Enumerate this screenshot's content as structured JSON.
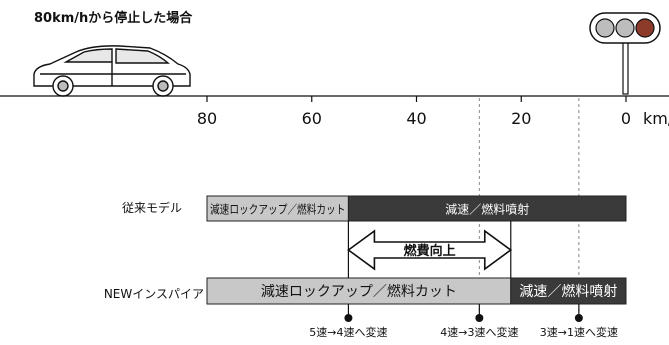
{
  "heading": "80km/hから停止した場合",
  "axis": {
    "ticks": [
      80,
      60,
      40,
      20,
      0
    ],
    "unit_label": "km/"
  },
  "rows": {
    "conventional": {
      "label": "従来モデル",
      "segments": [
        {
          "label": "減速ロックアップ／燃料カット",
          "from": 80,
          "to": 53,
          "fill": "#c8c8c8",
          "text_color": "#111111"
        },
        {
          "label": "減速／燃料噴射",
          "from": 53,
          "to": 0,
          "fill": "#3a3a3a",
          "text_color": "#ffffff"
        }
      ]
    },
    "new_model": {
      "label": "NEWインスパイア",
      "segments": [
        {
          "label": "減速ロックアップ／燃料カット",
          "from": 80,
          "to": 22,
          "fill": "#c8c8c8",
          "text_color": "#111111"
        },
        {
          "label": "減速／燃料噴射",
          "from": 22,
          "to": 0,
          "fill": "#3a3a3a",
          "text_color": "#ffffff"
        }
      ]
    }
  },
  "improvement": {
    "label": "燃費向上",
    "from": 53,
    "to": 22
  },
  "shift_points": [
    {
      "label": "5速→4速へ変速",
      "speed": 53
    },
    {
      "label": "4速→3速へ変速",
      "speed": 28
    },
    {
      "label": "3速→1速へ変速",
      "speed": 9
    }
  ],
  "dashed_guides": [
    28,
    9
  ],
  "traffic_light": {
    "lamp_colors": [
      "#bdbdbd",
      "#bdbdbd",
      "#8c3a2a"
    ]
  }
}
